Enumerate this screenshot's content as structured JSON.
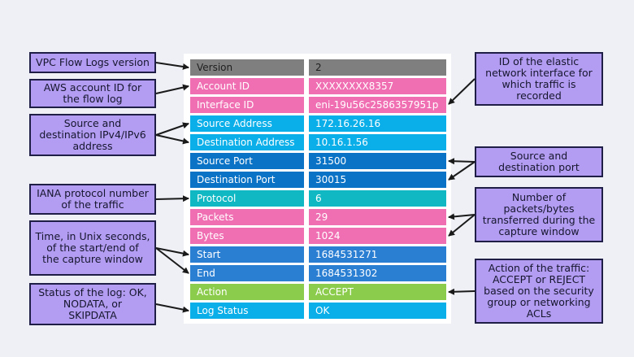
{
  "colors": {
    "background": "#eef0f5",
    "panel": "#ffffff",
    "gray": "#7f7f7f",
    "pink": "#f06fb3",
    "sky_blue": "#0aaee8",
    "dark_blue": "#0a73c6",
    "teal": "#10b8c4",
    "medium_blue": "#2a7fd3",
    "green": "#8ccc4c",
    "callout_fill": "#b39df2",
    "callout_border": "#1e1e46",
    "arrow": "#1a1a1a"
  },
  "table": {
    "rows": [
      {
        "field": "Version",
        "value": "2",
        "color": "gray",
        "text_color": "#1f1f1f"
      },
      {
        "field": "Account ID",
        "value": "XXXXXXXX8357",
        "color": "pink",
        "text_color": "#ffffff"
      },
      {
        "field": "Interface ID",
        "value": "eni-19u56c2586357951p",
        "color": "pink",
        "text_color": "#ffffff"
      },
      {
        "field": "Source Address",
        "value": "172.16.26.16",
        "color": "sky_blue",
        "text_color": "#ffffff"
      },
      {
        "field": "Destination Address",
        "value": "10.16.1.56",
        "color": "sky_blue",
        "text_color": "#ffffff"
      },
      {
        "field": "Source Port",
        "value": "31500",
        "color": "dark_blue",
        "text_color": "#ffffff"
      },
      {
        "field": "Destination Port",
        "value": "30015",
        "color": "dark_blue",
        "text_color": "#ffffff"
      },
      {
        "field": "Protocol",
        "value": "6",
        "color": "teal",
        "text_color": "#ffffff"
      },
      {
        "field": "Packets",
        "value": "29",
        "color": "pink",
        "text_color": "#ffffff"
      },
      {
        "field": "Bytes",
        "value": "1024",
        "color": "pink",
        "text_color": "#ffffff"
      },
      {
        "field": "Start",
        "value": "1684531271",
        "color": "medium_blue",
        "text_color": "#ffffff"
      },
      {
        "field": "End",
        "value": "1684531302",
        "color": "medium_blue",
        "text_color": "#ffffff"
      },
      {
        "field": "Action",
        "value": "ACCEPT",
        "color": "green",
        "text_color": "#ffffff"
      },
      {
        "field": "Log Status",
        "value": "OK",
        "color": "sky_blue",
        "text_color": "#ffffff"
      }
    ]
  },
  "callouts": {
    "version": "VPC Flow Logs version",
    "account_id": "AWS account ID for\nthe flow log",
    "addresses": "Source and\ndestination IPv4/IPv6\naddress",
    "protocol": "IANA protocol number\nof the traffic",
    "time": "Time, in Unix seconds,\nof the start/end of\nthe capture window",
    "log_status": "Status of the log: OK,\nNODATA, or\nSKIPDATA",
    "interface_id": "ID of the elastic\nnetwork interface for\nwhich traffic is\nrecorded",
    "ports": "Source and\ndestination port",
    "packets_bytes": "Number of\npackets/bytes\ntransferred during the\ncapture window",
    "action": "Action of the traffic:\nACCEPT or REJECT\nbased on the security\ngroup or networking\nACLs"
  }
}
